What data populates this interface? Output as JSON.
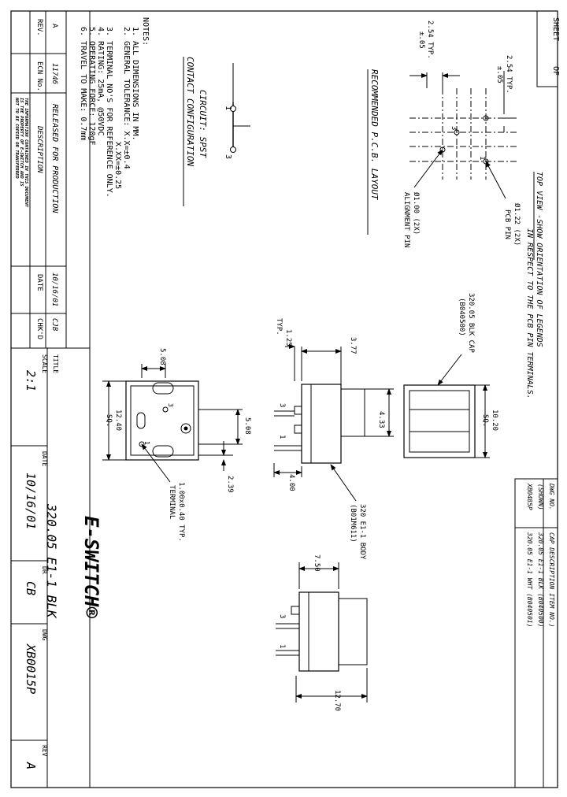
{
  "title_block": {
    "title_label": "TITLE",
    "title": "320.05 E1-1 BLK",
    "scale_label": "SCALE",
    "scale": "2:1",
    "date_label": "DATE",
    "date": "10/16/01",
    "drawn_label": "DR",
    "drawn": "CB",
    "dwg_label": "DWG",
    "dwg": "XB0015P",
    "rev_label": "REV",
    "rev": "A",
    "company_logo": "E-SWITCH®",
    "sheet_label": "SHEET",
    "of_label": "OF"
  },
  "revision_table": {
    "headers": [
      "REV.",
      "ECN No.",
      "DESCRIPTION",
      "DATE",
      "CHK'D"
    ],
    "row": [
      "A",
      "11746",
      "RELEASED FOR PRODUCTION",
      "10/16/01",
      "CJB"
    ],
    "notice_lines": [
      "THE INFORMATION CONTAINED IN THIS DOCUMENT",
      "IS THE PROPERTY OF E-SWITCH AND IS",
      "NOT TO BE COPIED OR TRANSFERRED"
    ]
  },
  "notes": {
    "header": "NOTES:",
    "lines": [
      "1. ALL DIMENSIONS IN MM.",
      "2. GENERAL TOLERANCE: X.X=±0.4",
      "X.XX=±0.25",
      "3. TERMINAL NO'S FOR REFERENCE ONLY.",
      "4. RATING: 25mA, @50VDC",
      "5. OPERATING FORCE: 120gF",
      "6. TRAVEL TO MAKE: 0.7mm"
    ]
  },
  "contact": {
    "circuit": "CIRCUIT: SPST",
    "title": "CONTACT CONFIGURATION",
    "pin1": "1",
    "pin3": "3"
  },
  "pcb": {
    "title": "RECOMMENDED P.C.B. LAYOUT",
    "top_view_line1": "TOP VIEW -SHOW ORIENTATION OF LEGENDS",
    "top_view_line2": "IN RESPECT TO THE PCB PIN TERMINALS.",
    "dim_254_a": "2.54 TYP.",
    "dim_254_a_tol": "±.05",
    "dim_254_b": "2.54 TYP.",
    "dim_254_b_tol": "±.05",
    "pcb_pin_1": "Ø1.22 (2X)",
    "pcb_pin_2": "PCB PIN",
    "align_1": "Ø1.00 (2X)",
    "align_2": "ALIGNMENT PIN",
    "pin1": "1",
    "pin3": "3"
  },
  "cap_table": {
    "dwg_no_label": "DWG NO.",
    "shown_label": "(SHOWN)",
    "dwg1": "XB0485P",
    "header": "CAP DESCRIPTION ITEM NO.)",
    "item1": "320.05 E1-1 BLK (B040500)",
    "item2": "320.05 E1-1 WHT (B040501)"
  },
  "views": {
    "cap_label_1": "320.05 BLK CAP",
    "cap_label_2": "(B040500)",
    "dim_1020": "10.20",
    "dim_1020_sq": "SQ.",
    "dim_125": "1.25",
    "dim_125_typ": "TYP.",
    "dim_377": "3.77",
    "dim_433": "4.33",
    "dim_400": "4.00",
    "body_label_1": "320 E1-1 BODY",
    "body_label_2": "(B01M611)",
    "dim_508_a": "5.08",
    "dim_508_b": "5.08",
    "dim_1240": "12.40",
    "dim_1240_sq": "SQ.",
    "dim_239": "2.39",
    "terminal_1": "1.00x0.40 TYP.",
    "terminal_2": "TERMINAL",
    "dim_750": "7.50",
    "dim_1270": "12.70",
    "pin1": "1",
    "pin3": "3"
  }
}
